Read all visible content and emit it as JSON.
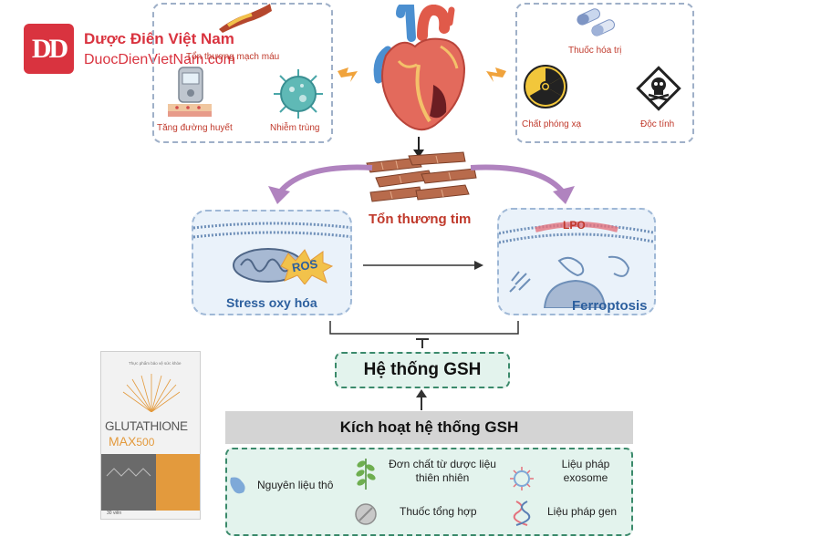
{
  "brand": {
    "logo_text": "DD",
    "name": "Dược Điển Việt Nam",
    "url": "DuocDienVietNam.com",
    "color": "#d9333f"
  },
  "causes_left": {
    "vascular": "Tổn thương mạch máu",
    "hyperglycemia": "Tăng đường huyết",
    "infection": "Nhiễm trùng"
  },
  "causes_right": {
    "chemo": "Thuốc hóa trị",
    "radiation": "Chất phóng xạ",
    "toxin": "Độc tính"
  },
  "heart_damage": "Tổn thương tim",
  "stress": {
    "label": "Stress oxy hóa",
    "ros": "ROS"
  },
  "ferroptosis": {
    "label": "Ferroptosis",
    "lpo": "LPO"
  },
  "inhibit_symbol": "T",
  "gsh_system": "Hệ thống GSH",
  "activate": "Kích hoạt hệ thống GSH",
  "methods": {
    "raw": "Nguyên liệu thô",
    "herbal": "Đơn chất từ dược liệu thiên nhiên",
    "exosome": "Liệu pháp exosome",
    "synthetic": "Thuốc tổng hợp",
    "gene": "Liệu pháp gen"
  },
  "product": {
    "top_text": "Thực phẩm bảo vệ sức khỏe",
    "name_top": "GLUTATHIONE",
    "name_bottom_a": "MAX",
    "name_bottom_b": "500",
    "count": "30 viên"
  },
  "colors": {
    "red_text": "#c0392b",
    "blue_text": "#2c5f9e",
    "purple_arrow": "#b083bf",
    "green_border": "#3b8a6b",
    "orange": "#e39a3d"
  }
}
